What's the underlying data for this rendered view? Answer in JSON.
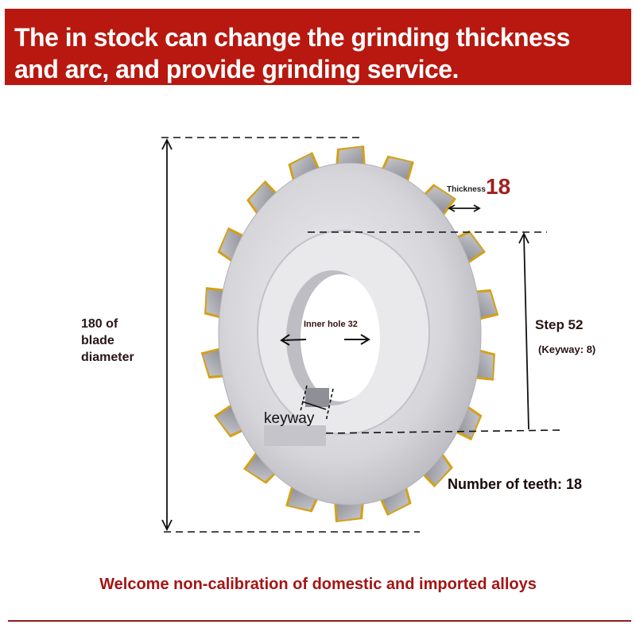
{
  "banner": {
    "line1": "The in stock can change the grinding thickness",
    "line2": "and arc, and provide grinding service.",
    "background_color": "#b8180f",
    "text_color": "#ffffff"
  },
  "diagram": {
    "product": "circular-saw-blade-cutter",
    "diameter_label": {
      "line1": "180 of",
      "line2": "blade",
      "line3": "diameter"
    },
    "thickness_label": "Thickness",
    "thickness_value": "18",
    "inner_hole_label": "Inner hole 32",
    "step_label": "Step 52",
    "keyway_spec_label": "(Keyway: 8)",
    "keyway_label": "keyway",
    "teeth_label": "Number of teeth: 18",
    "teeth_count": 18,
    "accent_gold": "#d4a017",
    "steel_color": "#d8d8dc"
  },
  "footer": {
    "text": "Welcome non-calibration of domestic and imported alloys",
    "text_color": "#a51414",
    "line_color": "#8a2020"
  }
}
